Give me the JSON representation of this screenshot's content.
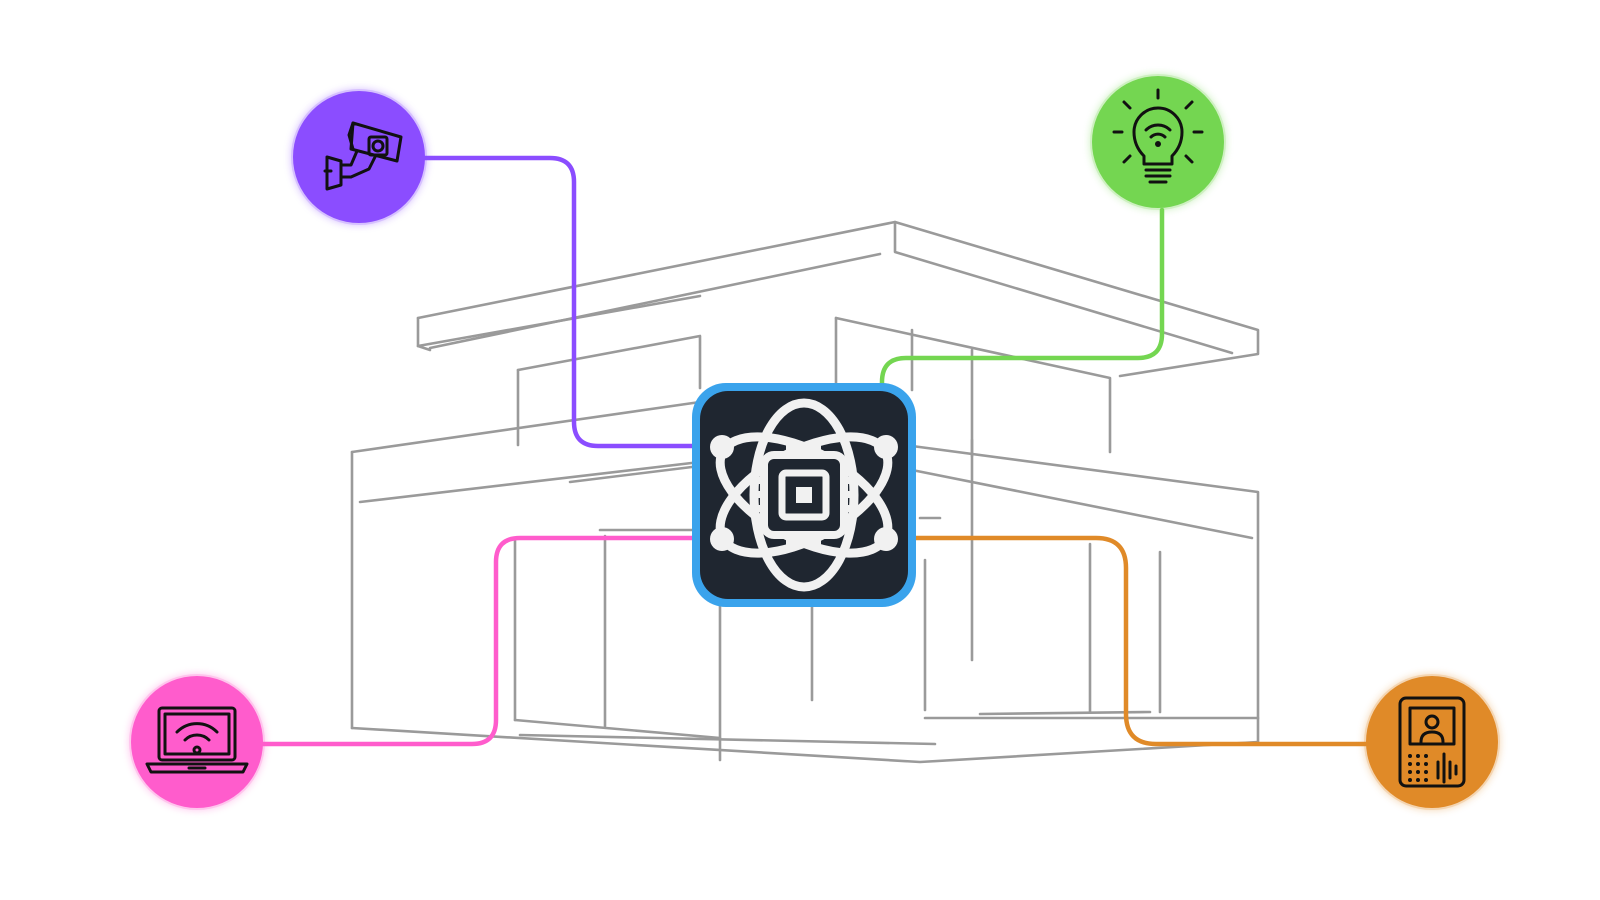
{
  "colors": {
    "camera": "#8b4dff",
    "bulb": "#74d651",
    "laptop": "#ff5ccc",
    "intercom": "#e08a28",
    "hub_border": "#3aa3ec",
    "hub_body": "#1f2630",
    "building_line": "#9a9a9a",
    "icon": "#111111"
  },
  "nodes": [
    {
      "id": "camera",
      "icon": "security-camera-icon"
    },
    {
      "id": "bulb",
      "icon": "smart-bulb-icon"
    },
    {
      "id": "laptop",
      "icon": "wifi-laptop-icon"
    },
    {
      "id": "intercom",
      "icon": "video-intercom-icon"
    }
  ],
  "hub": {
    "icon": "atom-chip-icon"
  },
  "links": [
    {
      "from": "camera",
      "to": "hub"
    },
    {
      "from": "bulb",
      "to": "hub"
    },
    {
      "from": "laptop",
      "to": "hub"
    },
    {
      "from": "intercom",
      "to": "hub"
    }
  ]
}
